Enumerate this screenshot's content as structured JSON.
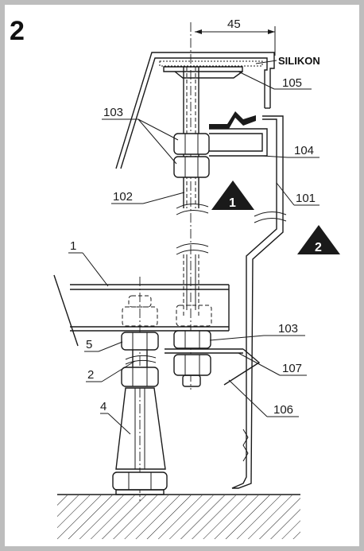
{
  "figure": {
    "number": "2"
  },
  "dimension": {
    "value": "45"
  },
  "material_label": "SILIKON",
  "warnings": [
    {
      "number": "1"
    },
    {
      "number": "2"
    }
  ],
  "callouts": {
    "c103_top": "103",
    "c105": "105",
    "c104": "104",
    "c102": "102",
    "c101": "101",
    "c1": "1",
    "c103_bottom": "103",
    "c5": "5",
    "c2": "2",
    "c107": "107",
    "c4": "4",
    "c106": "106"
  }
}
